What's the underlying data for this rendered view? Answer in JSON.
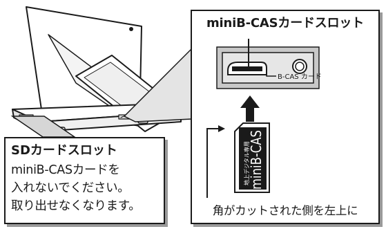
{
  "sd_slot_note": {
    "title": "SDカードスロット",
    "lines": [
      "miniB-CASカードを",
      "入れないでください。",
      "取り出せなくなります。"
    ]
  },
  "minib_cas_panel": {
    "title": "miniB-CASカードスロット",
    "slot_label": "B-CAS カード",
    "card_text_main": "miniB-CAS",
    "card_text_sub": "地上デジタル専用",
    "caption": "角がカットされた側を左上に"
  },
  "icons": [
    "laptop-illustration",
    "card-slot-closeup-icon",
    "insert-direction-arrow-icon",
    "minib-cas-card-icon",
    "cut-corner-pointer-icon"
  ]
}
